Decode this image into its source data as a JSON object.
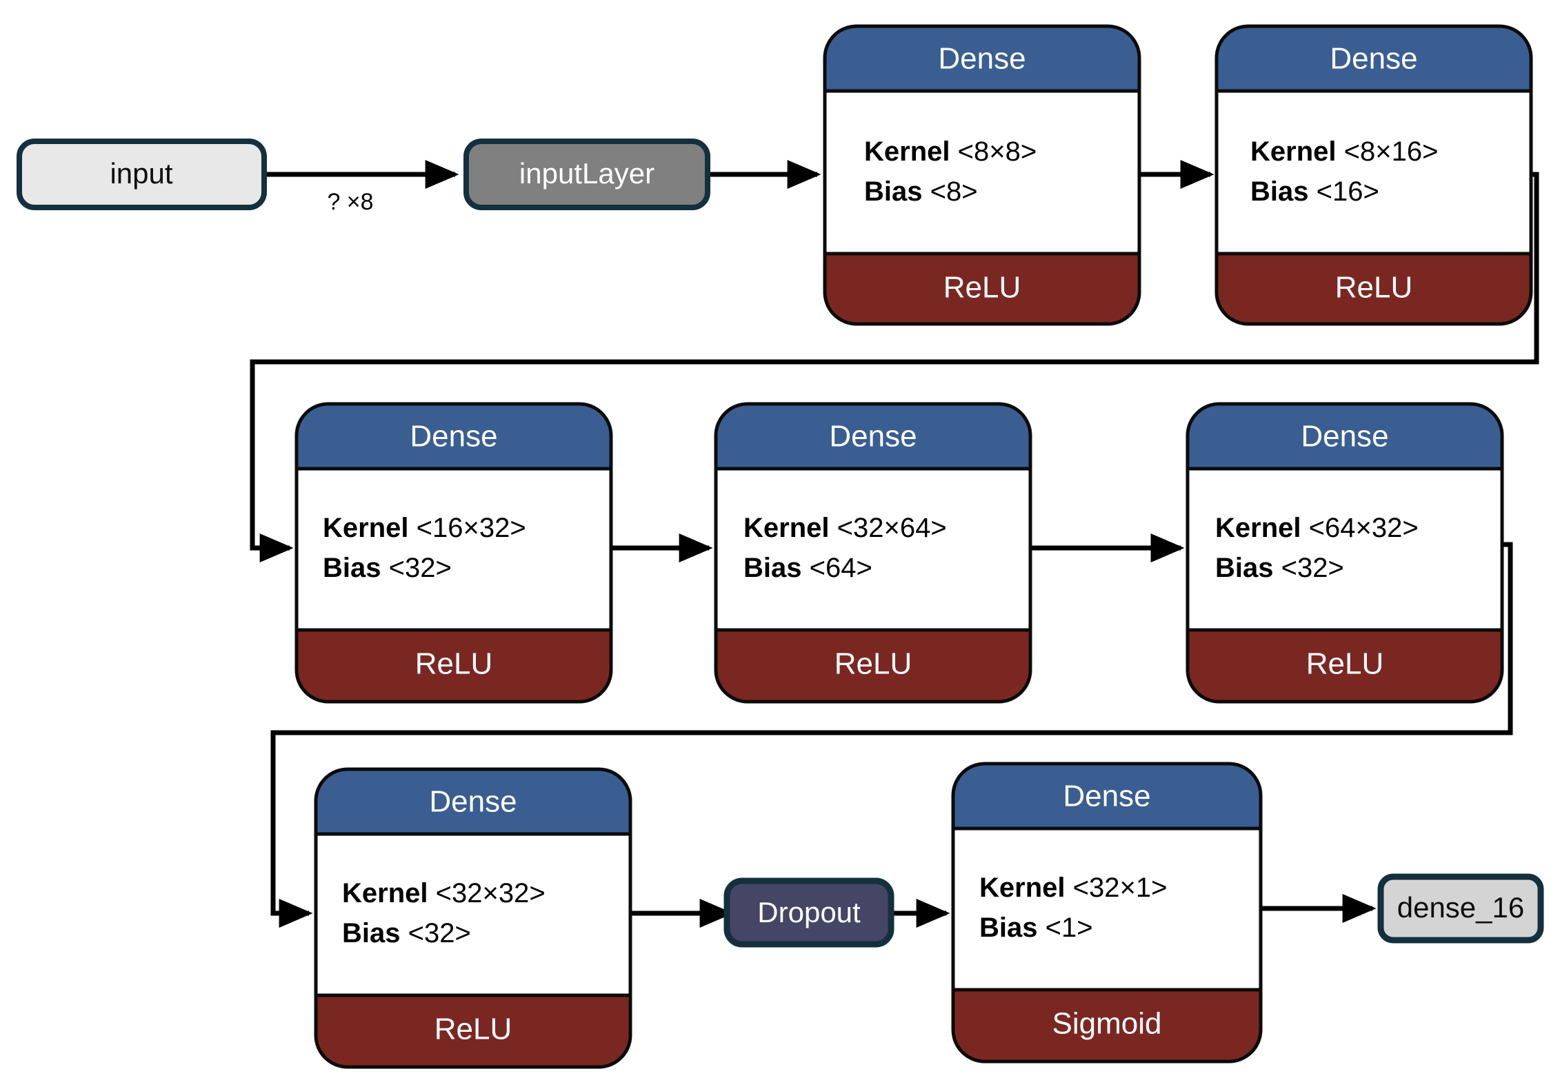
{
  "diagram": {
    "title": "Neural network architecture diagram",
    "colors": {
      "dense_header": "#3a5e92",
      "activation_footer": "#7a2722",
      "block_body": "#ffffff",
      "block_border": "#0b0b0b",
      "input_fill": "#e8e8e8",
      "input_border": "#14303f",
      "inputlayer_fill": "#808080",
      "inputlayer_border": "#14303f",
      "dropout_fill": "#454566",
      "dropout_border": "#14303f",
      "output_fill": "#d4d4d4",
      "output_border": "#14303f",
      "wire": "#000000",
      "canvas": "#ffffff"
    },
    "io_nodes": {
      "input": {
        "label": "input",
        "type": "rounded-pill"
      },
      "input_layer": {
        "label": "inputLayer",
        "type": "rounded-pill"
      },
      "dropout": {
        "label": "Dropout",
        "type": "rounded-pill"
      },
      "output": {
        "label": "dense_16",
        "type": "rounded-pill"
      }
    },
    "edges": [
      {
        "from": "input",
        "to": "input_layer",
        "label": "? ×8"
      },
      {
        "from": "input_layer",
        "to": "dense_1",
        "label": ""
      },
      {
        "from": "dense_1",
        "to": "dense_2",
        "label": ""
      },
      {
        "from": "dense_2",
        "to": "dense_3",
        "label": ""
      },
      {
        "from": "dense_3",
        "to": "dense_4",
        "label": ""
      },
      {
        "from": "dense_4",
        "to": "dense_5",
        "label": ""
      },
      {
        "from": "dense_5",
        "to": "dense_6",
        "label": ""
      },
      {
        "from": "dense_6",
        "to": "dropout",
        "label": ""
      },
      {
        "from": "dropout",
        "to": "dense_7",
        "label": ""
      },
      {
        "from": "dense_7",
        "to": "output",
        "label": ""
      }
    ],
    "layer_header_label": "Dense",
    "param_labels": {
      "kernel": "Kernel",
      "bias": "Bias"
    },
    "layers": [
      {
        "id": "dense_1",
        "header": "Dense",
        "kernel_key": "Kernel",
        "kernel": "<8×8>",
        "bias_key": "Bias",
        "bias": "<8>",
        "activation": "ReLU"
      },
      {
        "id": "dense_2",
        "header": "Dense",
        "kernel_key": "Kernel",
        "kernel": "<8×16>",
        "bias_key": "Bias",
        "bias": "<16>",
        "activation": "ReLU"
      },
      {
        "id": "dense_3",
        "header": "Dense",
        "kernel_key": "Kernel",
        "kernel": "<16×32>",
        "bias_key": "Bias",
        "bias": "<32>",
        "activation": "ReLU"
      },
      {
        "id": "dense_4",
        "header": "Dense",
        "kernel_key": "Kernel",
        "kernel": "<32×64>",
        "bias_key": "Bias",
        "bias": "<64>",
        "activation": "ReLU"
      },
      {
        "id": "dense_5",
        "header": "Dense",
        "kernel_key": "Kernel",
        "kernel": "<64×32>",
        "bias_key": "Bias",
        "bias": "<32>",
        "activation": "ReLU"
      },
      {
        "id": "dense_6",
        "header": "Dense",
        "kernel_key": "Kernel",
        "kernel": "<32×32>",
        "bias_key": "Bias",
        "bias": "<32>",
        "activation": "ReLU"
      },
      {
        "id": "dense_7",
        "header": "Dense",
        "kernel_key": "Kernel",
        "kernel": "<32×1>",
        "bias_key": "Bias",
        "bias": "<1>",
        "activation": "Sigmoid"
      }
    ]
  }
}
